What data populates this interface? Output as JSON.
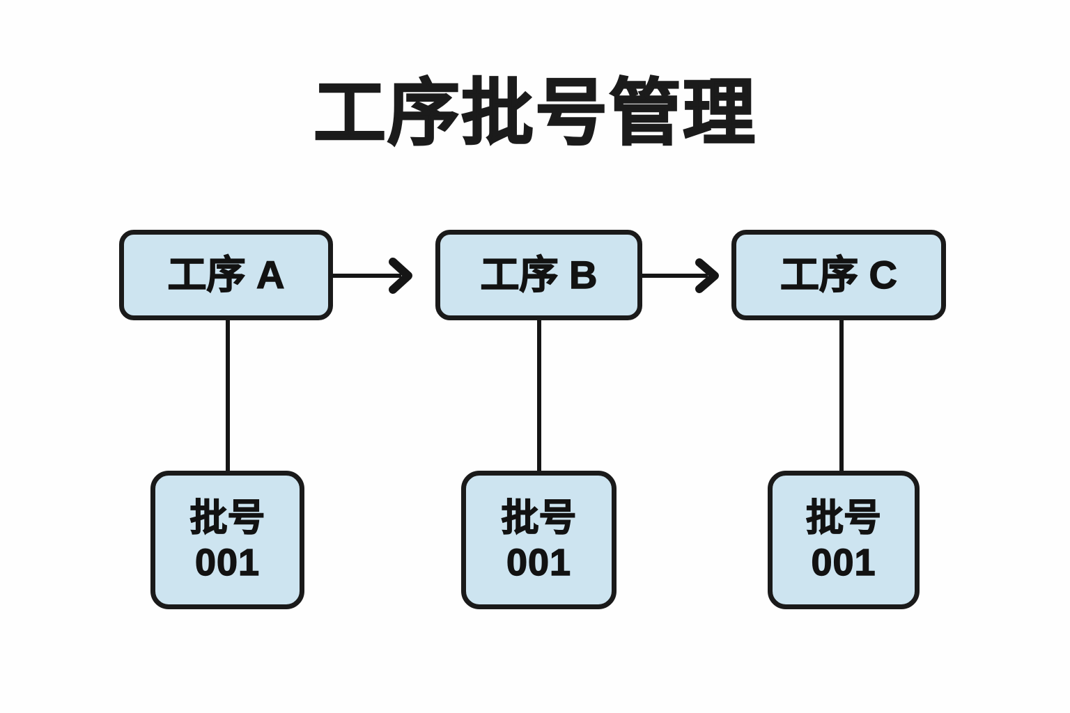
{
  "page": {
    "title": "工序批号管理",
    "background_color": "#fefefe",
    "node_fill_color": "#cde4f0",
    "node_border_color": "#1a1a1a",
    "text_color": "#121212"
  },
  "diagram": {
    "type": "flowchart",
    "orientation": "left-to-right",
    "process_nodes": [
      {
        "id": "process-a",
        "label": "工序 A"
      },
      {
        "id": "process-b",
        "label": "工序 B"
      },
      {
        "id": "process-c",
        "label": "工序 C"
      }
    ],
    "batch_nodes": [
      {
        "id": "batch-a",
        "label": "批号",
        "code": "001"
      },
      {
        "id": "batch-b",
        "label": "批号",
        "code": "001"
      },
      {
        "id": "batch-c",
        "label": "批号",
        "code": "001"
      }
    ],
    "arrows": [
      {
        "id": "arrow-a-b",
        "from": "工序 A",
        "to": "工序 B",
        "style": "chevron-right"
      },
      {
        "id": "arrow-b-c",
        "from": "工序 B",
        "to": "工序 C",
        "style": "chevron-right"
      }
    ],
    "connectors": [
      {
        "id": "connector-a",
        "from": "工序 A",
        "to": "批号 001"
      },
      {
        "id": "connector-b",
        "from": "工序 B",
        "to": "批号 001"
      },
      {
        "id": "connector-c",
        "from": "工序 C",
        "to": "批号 001"
      }
    ]
  }
}
